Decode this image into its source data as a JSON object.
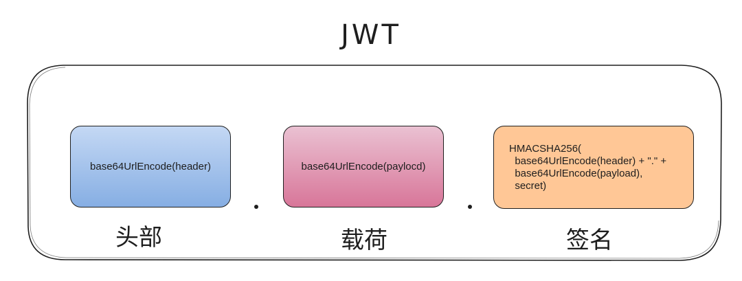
{
  "title": "JWT",
  "parts": [
    {
      "content": "base64UrlEncode(header)",
      "label": "头部",
      "color": "#86aee3"
    },
    {
      "content": "base64UrlEncode(paylocd)",
      "label": "载荷",
      "color": "#d87699"
    },
    {
      "content": "HMACSHA256(\n  base64UrlEncode(header) + \".\" +\n  base64UrlEncode(payload),\n  secret)",
      "label": "签名",
      "color": "#ffc796"
    }
  ],
  "separators": [
    ".",
    "."
  ]
}
